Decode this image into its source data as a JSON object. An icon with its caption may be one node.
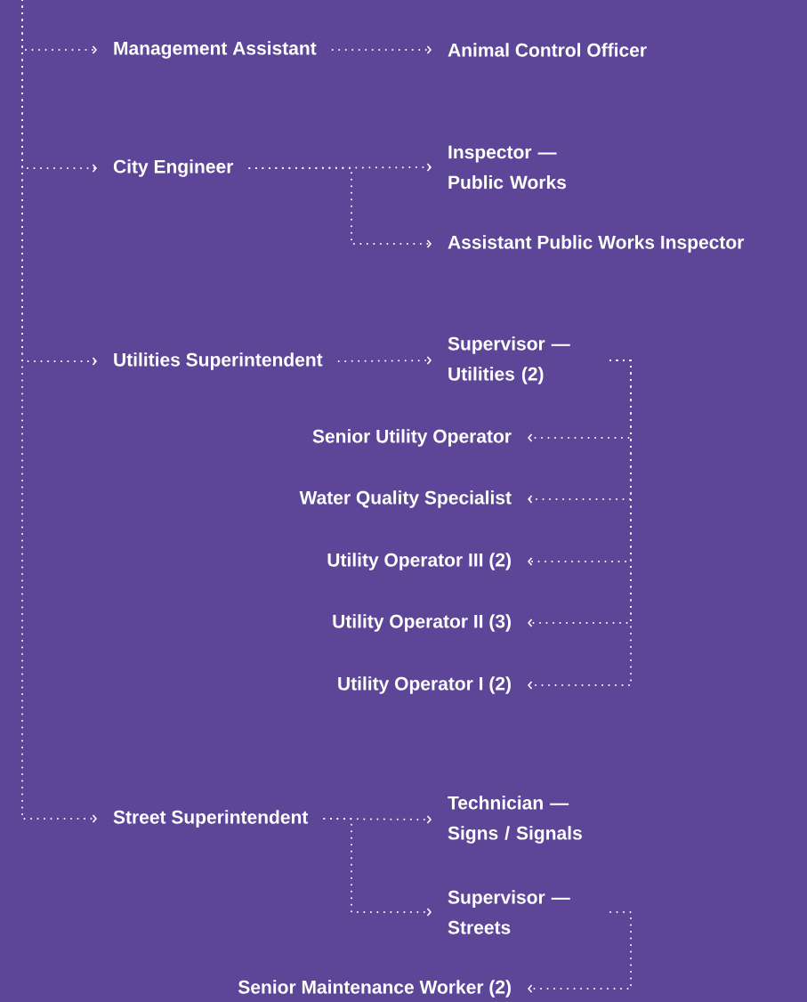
{
  "diagram": {
    "nodes": [
      {
        "text": [
          "Management Assistant"
        ]
      },
      {
        "text": [
          "Animal Control Officer"
        ]
      },
      {
        "text": [
          "City Engineer"
        ]
      },
      {
        "text": [
          "Inspector — Public Works"
        ]
      },
      {
        "text": [
          "Assistant Public Works Inspector"
        ]
      },
      {
        "text": [
          "Utilities Superintendent"
        ]
      },
      {
        "text": [
          "Supervisor — Utilities (2)"
        ]
      },
      {
        "text": [
          "Senior Utility Operator"
        ]
      },
      {
        "text": [
          "Water Quality Specialist"
        ]
      },
      {
        "text": [
          "Utility Operator III (2)"
        ]
      },
      {
        "text": [
          "Utility Operator II (3)"
        ]
      },
      {
        "text": [
          "Utility Operator I (2)"
        ]
      },
      {
        "text": [
          "Street Superintendent"
        ]
      },
      {
        "text": [
          "Technician — Signs / Signals"
        ]
      },
      {
        "text": [
          "Supervisor — Streets"
        ]
      },
      {
        "text": [
          "Senior Maintenance Worker (2)"
        ]
      }
    ],
    "edges": [
      {
        "from": null,
        "to": 0,
        "arrow": "to"
      },
      {
        "from": null,
        "to": 2,
        "arrow": "to"
      },
      {
        "from": null,
        "to": 5,
        "arrow": "to"
      },
      {
        "from": null,
        "to": 12,
        "arrow": "to"
      },
      {
        "from": 0,
        "to": 1,
        "arrow": "to"
      },
      {
        "from": 2,
        "to": 3,
        "arrow": "to"
      },
      {
        "from": 2,
        "to": 4,
        "arrow": "to"
      },
      {
        "from": 5,
        "to": 6,
        "arrow": "to"
      },
      {
        "from": 6,
        "to": 7,
        "arrow": "to"
      },
      {
        "from": 6,
        "to": 8,
        "arrow": "to"
      },
      {
        "from": 6,
        "to": 9,
        "arrow": "to"
      },
      {
        "from": 6,
        "to": 10,
        "arrow": "to"
      },
      {
        "from": 6,
        "to": 11,
        "arrow": "to"
      },
      {
        "from": 12,
        "to": 13,
        "arrow": "to"
      },
      {
        "from": 12,
        "to": 14,
        "arrow": "to"
      },
      {
        "from": 14,
        "to": 15,
        "arrow": "to"
      }
    ]
  }
}
